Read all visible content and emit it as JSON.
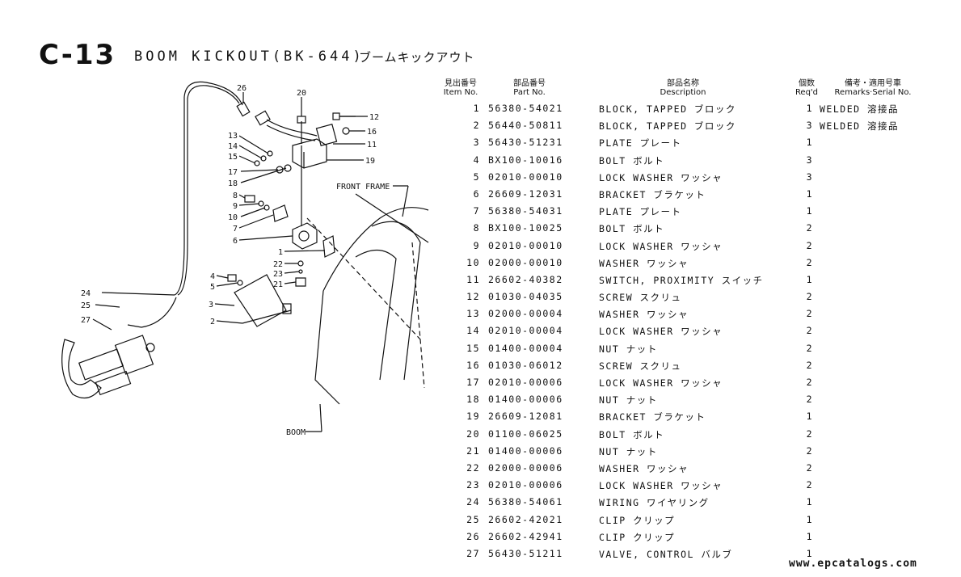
{
  "header": {
    "code": "C-13",
    "title": "BOOM KICKOUT(BK-644)",
    "title_jp": "ブームキックアウト"
  },
  "columns": {
    "item_jp": "見出番号",
    "item_en": "Item No.",
    "part_jp": "部品番号",
    "part_en": "Part No.",
    "desc_jp": "部品名称",
    "desc_en": "Description",
    "qty_jp": "個数",
    "qty_en": "Req'd",
    "rem_jp": "備考・適用号車",
    "rem_en": "Remarks·Serial No."
  },
  "parts": [
    {
      "item": "1",
      "part": "56380-54021",
      "desc": "BLOCK, TAPPED ブロック",
      "qty": "1",
      "remarks": "WELDED 溶接品"
    },
    {
      "item": "2",
      "part": "56440-50811",
      "desc": "BLOCK, TAPPED ブロック",
      "qty": "3",
      "remarks": "WELDED 溶接品"
    },
    {
      "item": "3",
      "part": "56430-51231",
      "desc": "PLATE プレート",
      "qty": "1",
      "remarks": ""
    },
    {
      "item": "4",
      "part": "BX100-10016",
      "desc": "BOLT ボルト",
      "qty": "3",
      "remarks": ""
    },
    {
      "item": "5",
      "part": "02010-00010",
      "desc": "LOCK WASHER ワッシャ",
      "qty": "3",
      "remarks": ""
    },
    {
      "item": "6",
      "part": "26609-12031",
      "desc": "BRACKET ブラケット",
      "qty": "1",
      "remarks": ""
    },
    {
      "item": "7",
      "part": "56380-54031",
      "desc": "PLATE プレート",
      "qty": "1",
      "remarks": ""
    },
    {
      "item": "8",
      "part": "BX100-10025",
      "desc": "BOLT ボルト",
      "qty": "2",
      "remarks": ""
    },
    {
      "item": "9",
      "part": "02010-00010",
      "desc": "LOCK WASHER ワッシャ",
      "qty": "2",
      "remarks": ""
    },
    {
      "item": "10",
      "part": "02000-00010",
      "desc": "WASHER ワッシャ",
      "qty": "2",
      "remarks": ""
    },
    {
      "item": "11",
      "part": "26602-40382",
      "desc": "SWITCH, PROXIMITY スイッチ",
      "qty": "1",
      "remarks": ""
    },
    {
      "item": "12",
      "part": "01030-04035",
      "desc": "SCREW スクリュ",
      "qty": "2",
      "remarks": ""
    },
    {
      "item": "13",
      "part": "02000-00004",
      "desc": "WASHER ワッシャ",
      "qty": "2",
      "remarks": ""
    },
    {
      "item": "14",
      "part": "02010-00004",
      "desc": "LOCK WASHER ワッシャ",
      "qty": "2",
      "remarks": ""
    },
    {
      "item": "15",
      "part": "01400-00004",
      "desc": "NUT ナット",
      "qty": "2",
      "remarks": ""
    },
    {
      "item": "16",
      "part": "01030-06012",
      "desc": "SCREW スクリュ",
      "qty": "2",
      "remarks": ""
    },
    {
      "item": "17",
      "part": "02010-00006",
      "desc": "LOCK WASHER ワッシャ",
      "qty": "2",
      "remarks": ""
    },
    {
      "item": "18",
      "part": "01400-00006",
      "desc": "NUT ナット",
      "qty": "2",
      "remarks": ""
    },
    {
      "item": "19",
      "part": "26609-12081",
      "desc": "BRACKET ブラケット",
      "qty": "1",
      "remarks": ""
    },
    {
      "item": "20",
      "part": "01100-06025",
      "desc": "BOLT ボルト",
      "qty": "2",
      "remarks": ""
    },
    {
      "item": "21",
      "part": "01400-00006",
      "desc": "NUT ナット",
      "qty": "2",
      "remarks": ""
    },
    {
      "item": "22",
      "part": "02000-00006",
      "desc": "WASHER ワッシャ",
      "qty": "2",
      "remarks": ""
    },
    {
      "item": "23",
      "part": "02010-00006",
      "desc": "LOCK WASHER ワッシャ",
      "qty": "2",
      "remarks": ""
    },
    {
      "item": "24",
      "part": "56380-54061",
      "desc": "WIRING ワイヤリング",
      "qty": "1",
      "remarks": ""
    },
    {
      "item": "25",
      "part": "26602-42021",
      "desc": "CLIP クリップ",
      "qty": "1",
      "remarks": ""
    },
    {
      "item": "26",
      "part": "26602-42941",
      "desc": "CLIP クリップ",
      "qty": "1",
      "remarks": ""
    },
    {
      "item": "27",
      "part": "56430-51211",
      "desc": "VALVE, CONTROL バルブ",
      "qty": "1",
      "remarks": ""
    }
  ],
  "diagram": {
    "front_frame": "FRONT FRAME",
    "boom": "BOOM",
    "callouts": [
      "26",
      "20",
      "12",
      "16",
      "11",
      "19",
      "13",
      "14",
      "15",
      "17",
      "18",
      "8",
      "9",
      "10",
      "7",
      "6",
      "1",
      "22",
      "23",
      "21",
      "4",
      "5",
      "3",
      "2",
      "24",
      "25",
      "27"
    ]
  },
  "watermark": "www.epcatalogs.com"
}
